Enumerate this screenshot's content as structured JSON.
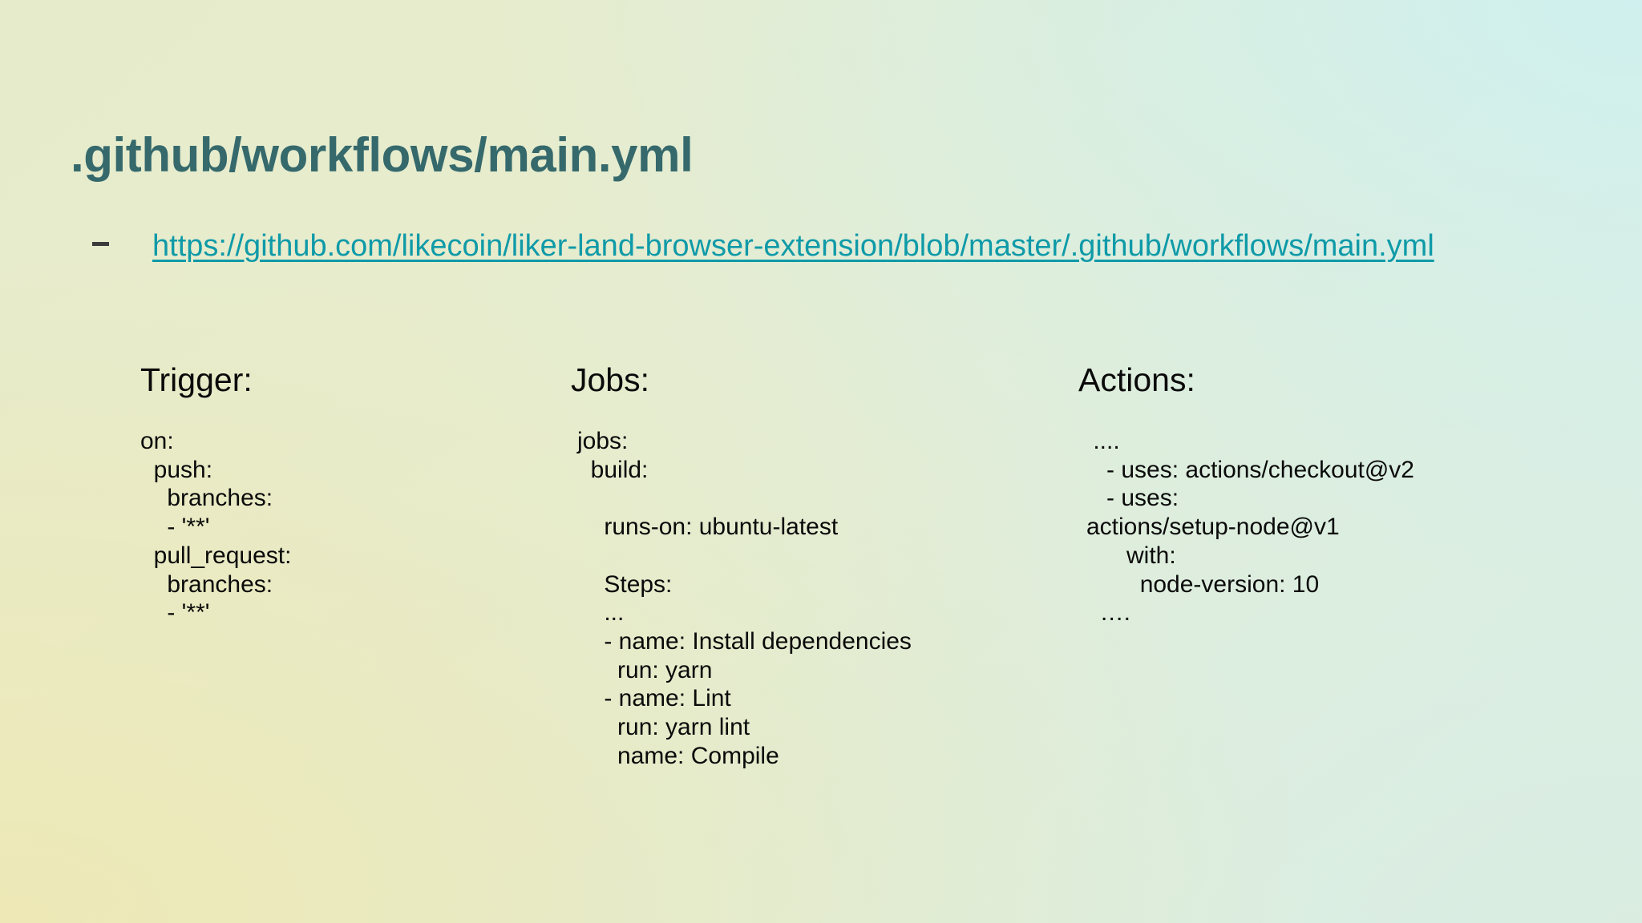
{
  "slide": {
    "title": ".github/workflows/main.yml",
    "bullet_marker": "-",
    "link": {
      "text": "https://github.com/likecoin/liker-land-browser-extension/blob/master/.github/workflows/main.yml"
    },
    "columns": [
      {
        "key": "trigger",
        "heading": "Trigger:",
        "code": "on:\n  push:\n    branches:\n    - '**'\n  pull_request:\n    branches:\n    - '**'"
      },
      {
        "key": "jobs",
        "heading": "Jobs:",
        "code": "jobs:\n  build:\n\n    runs-on: ubuntu-latest\n\n    Steps:\n    ...\n    - name: Install dependencies\n      run: yarn\n    - name: Lint\n      run: yarn lint\n      name: Compile"
      },
      {
        "key": "actions",
        "heading": "Actions:",
        "code": " ....\n   - uses: actions/checkout@v2\n   - uses:\nactions/setup-node@v1\n      with:\n        node-version: 10\n  …."
      }
    ],
    "colors": {
      "title": "#35696c",
      "link": "#0f9aa8",
      "body_text": "#0a0a0a",
      "background_top_left": "#e6ebcc",
      "background_top_right": "#d8f0ee",
      "background_bottom_left": "#ebe7bb",
      "background_bottom_right": "#dfeade"
    }
  }
}
